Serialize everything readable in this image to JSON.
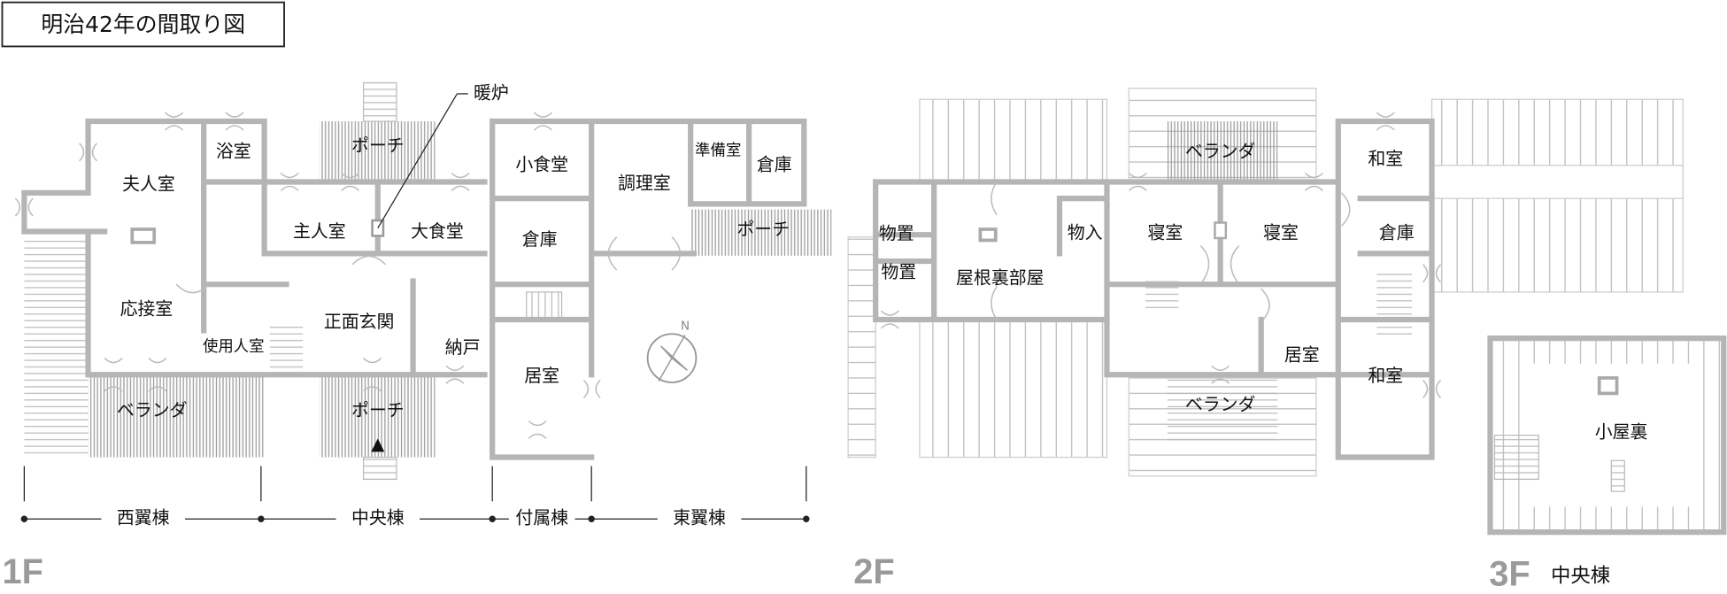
{
  "title": "明治42年の間取り図",
  "fireplace_label": "暖炉",
  "floors": {
    "f1": {
      "label": "1F",
      "rooms": [
        "夫人室",
        "浴室",
        "ポーチ",
        "小食堂",
        "調理室",
        "準備室",
        "倉庫",
        "ポーチ",
        "主人室",
        "大食堂",
        "倉庫",
        "応接室",
        "正面玄関",
        "使用人室",
        "納戸",
        "居室",
        "ベランダ",
        "ポーチ"
      ],
      "wings": [
        "西翼棟",
        "中央棟",
        "付属棟",
        "東翼棟"
      ]
    },
    "f2": {
      "label": "2F",
      "rooms": [
        "ベランダ",
        "物置",
        "物置",
        "屋根裏部屋",
        "物入",
        "寝室",
        "寝室",
        "和室",
        "倉庫",
        "居室",
        "和室",
        "ベランダ"
      ]
    },
    "f3": {
      "label": "3F",
      "sublabel": "中央棟",
      "rooms": [
        "小屋裏"
      ]
    }
  },
  "compass": "N",
  "colors": {
    "wall": "#b5b5b5",
    "text": "#111111"
  }
}
